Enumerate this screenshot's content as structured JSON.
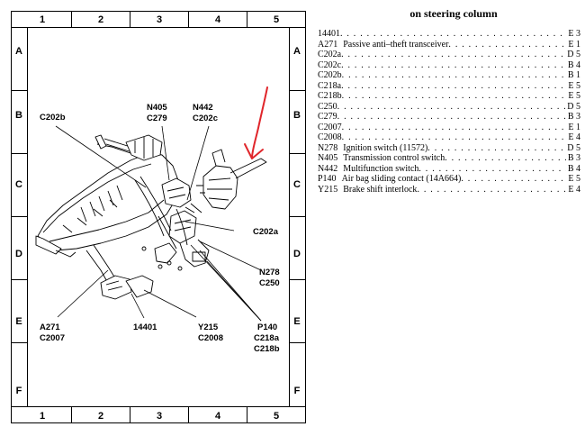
{
  "grid": {
    "columns": [
      "1",
      "2",
      "3",
      "4",
      "5"
    ],
    "rows": [
      "A",
      "B",
      "C",
      "D",
      "E",
      "F"
    ]
  },
  "callouts": {
    "c202b": "C202b",
    "n405": "N405",
    "c279": "C279",
    "n442": "N442",
    "c202c": "C202c",
    "c202a": "C202a",
    "n278": "N278",
    "c250": "C250",
    "a271": "A271",
    "c2007": "C2007",
    "code_14401": "14401",
    "y215": "Y215",
    "c2008": "C2008",
    "p140": "P140",
    "c218a": "C218a",
    "c218b": "C218b"
  },
  "legend": {
    "title": "on steering column",
    "items": [
      {
        "code": "14401",
        "desc": "",
        "loc": "E 3"
      },
      {
        "code": "A271",
        "desc": "Passive anti–theft transceiver",
        "loc": "E 1"
      },
      {
        "code": "C202a",
        "desc": "",
        "loc": "D 5"
      },
      {
        "code": "C202c",
        "desc": "",
        "loc": "B 4"
      },
      {
        "code": "C202b",
        "desc": "",
        "loc": "B 1"
      },
      {
        "code": "C218a",
        "desc": "",
        "loc": "E 5"
      },
      {
        "code": "C218b",
        "desc": "",
        "loc": "E 5"
      },
      {
        "code": "C250",
        "desc": "",
        "loc": "D 5"
      },
      {
        "code": "C279",
        "desc": "",
        "loc": "B 3"
      },
      {
        "code": "C2007",
        "desc": "",
        "loc": "E 1"
      },
      {
        "code": "C2008",
        "desc": "",
        "loc": "E 4"
      },
      {
        "code": "N278",
        "desc": "Ignition switch (11572)",
        "loc": "D 5"
      },
      {
        "code": "N405",
        "desc": "Transmission control switch",
        "loc": "B 3"
      },
      {
        "code": "N442",
        "desc": "Multifunction switch",
        "loc": "B 4"
      },
      {
        "code": "P140",
        "desc": "Air bag sliding contact (14A664)",
        "loc": "E 5"
      },
      {
        "code": "Y215",
        "desc": "Brake shift interlock",
        "loc": "E 4"
      }
    ]
  },
  "colors": {
    "ink": "#000000",
    "annotation": "#e0262b"
  }
}
